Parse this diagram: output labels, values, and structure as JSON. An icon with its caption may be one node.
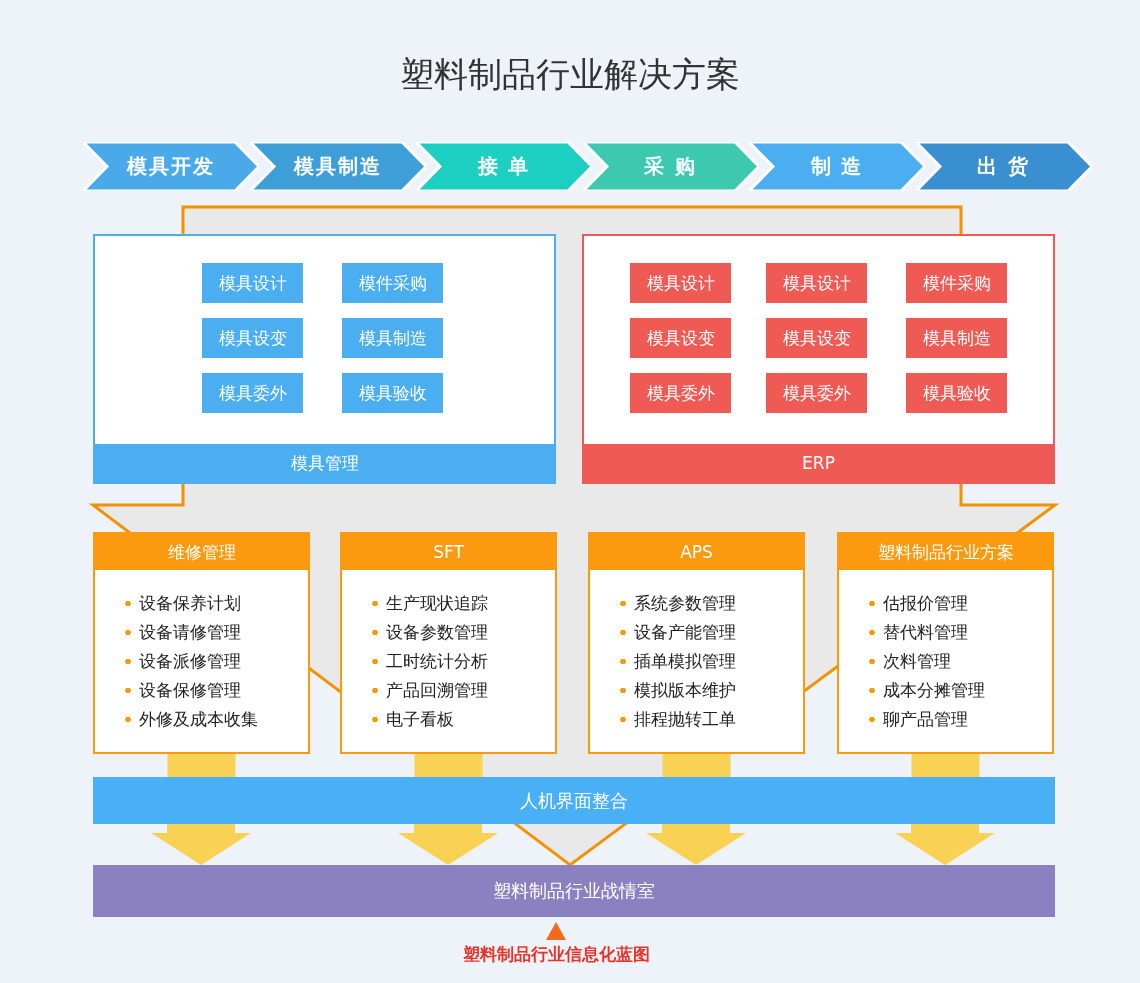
{
  "diagram": {
    "title": "塑料制品行业解决方案",
    "nodes": [
      {
        "text": [
          "模具开发"
        ]
      },
      {
        "text": [
          "模具制造"
        ]
      },
      {
        "text": [
          "接 单"
        ]
      },
      {
        "text": [
          "采 购"
        ]
      },
      {
        "text": [
          "制 造"
        ]
      },
      {
        "text": [
          "出 货"
        ]
      },
      {
        "text": [
          "模具管理"
        ]
      },
      {
        "text": [
          "模具设计"
        ],
        "in": 6
      },
      {
        "text": [
          "模件采购"
        ],
        "in": 6
      },
      {
        "text": [
          "模具设变"
        ],
        "in": 6
      },
      {
        "text": [
          "模具制造"
        ],
        "in": 6
      },
      {
        "text": [
          "模具委外"
        ],
        "in": 6
      },
      {
        "text": [
          "模具验收"
        ],
        "in": 6
      },
      {
        "text": [
          "ERP"
        ]
      },
      {
        "text": [
          "模具设计"
        ],
        "in": 13
      },
      {
        "text": [
          "模具设计"
        ],
        "in": 13
      },
      {
        "text": [
          "模件采购"
        ],
        "in": 13
      },
      {
        "text": [
          "模具设变"
        ],
        "in": 13
      },
      {
        "text": [
          "模具设变"
        ],
        "in": 13
      },
      {
        "text": [
          "模具制造"
        ],
        "in": 13
      },
      {
        "text": [
          "模具委外"
        ],
        "in": 13
      },
      {
        "text": [
          "模具委外"
        ],
        "in": 13
      },
      {
        "text": [
          "模具验收"
        ],
        "in": 13
      },
      {
        "text": [
          "维修管理",
          "设备保养计划",
          "设备请修管理",
          "设备派修管理",
          "设备保修管理",
          "外修及成本收集"
        ]
      },
      {
        "text": [
          "SFT",
          "生产现状追踪",
          "设备参数管理",
          "工时统计分析",
          "产品回溯管理",
          "电子看板"
        ]
      },
      {
        "text": [
          "APS",
          "系统参数管理",
          "设备产能管理",
          "插单模拟管理",
          "模拟版本维护",
          "排程抛转工单"
        ]
      },
      {
        "text": [
          "塑料制品行业方案",
          "估报价管理",
          "替代料管理",
          "次料管理",
          "成本分摊管理",
          "聊产品管理"
        ]
      },
      {
        "text": [
          "人机界面整合"
        ]
      },
      {
        "text": [
          "塑料制品行业战情室"
        ]
      }
    ],
    "edges": [
      {
        "from": 23,
        "to": 27,
        "arrow": "none"
      },
      {
        "from": 24,
        "to": 27,
        "arrow": "none"
      },
      {
        "from": 25,
        "to": 27,
        "arrow": "none"
      },
      {
        "from": 26,
        "to": 27,
        "arrow": "none"
      },
      {
        "from": 27,
        "to": 28,
        "arrow": "to"
      },
      {
        "from": 27,
        "to": 28,
        "arrow": "to"
      },
      {
        "from": 27,
        "to": 28,
        "arrow": "to"
      },
      {
        "from": 27,
        "to": 28,
        "arrow": "to"
      },
      {
        "from": null,
        "to": 28,
        "arrow": "to",
        "color": "#f39200"
      }
    ],
    "labels": [
      "塑料制品行业信息化蓝图"
    ]
  }
}
